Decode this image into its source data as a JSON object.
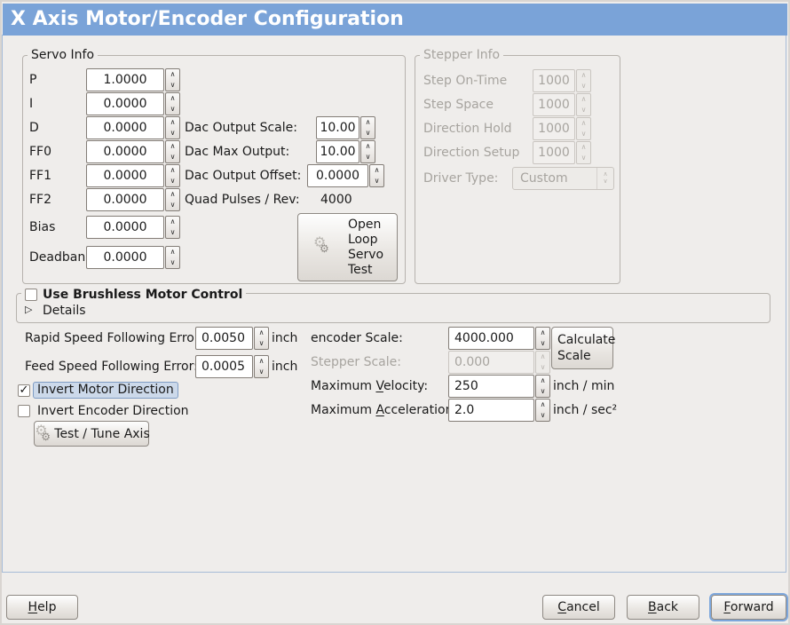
{
  "title": "X Axis Motor/Encoder Configuration",
  "colors": {
    "titlebar": "#7aa3d8",
    "focus_ring": "#7da7dc",
    "focus_label_bg": "#ccd9ea",
    "window_bg": "#efedeb",
    "disabled_text": "#a7a49f"
  },
  "icons": {
    "check": "✓",
    "expander": "▷",
    "spin_up": "∧",
    "spin_down": "∨",
    "gear": "⚙"
  },
  "servo": {
    "frame_label": "Servo Info",
    "rows": [
      {
        "label": "P",
        "value": "1.0000"
      },
      {
        "label": "I",
        "value": "0.0000"
      },
      {
        "label": "D",
        "value": "0.0000"
      },
      {
        "label": "FF0",
        "value": "0.0000"
      },
      {
        "label": "FF1",
        "value": "0.0000"
      },
      {
        "label": "FF2",
        "value": "0.0000"
      },
      {
        "label": "Bias",
        "value": "0.0000"
      },
      {
        "label": "Deadband",
        "value": "0.0000"
      }
    ]
  },
  "dac": {
    "rows": [
      {
        "label": "Dac Output Scale:",
        "value": "10.00"
      },
      {
        "label": "Dac Max Output:",
        "value": "10.00"
      },
      {
        "label": "Dac Output Offset:",
        "value": "0.0000"
      }
    ],
    "quad_label": "Quad Pulses / Rev:",
    "quad_value": "4000",
    "open_loop_button": "Open\nLoop\nServo\nTest"
  },
  "stepper": {
    "frame_label": "Stepper Info",
    "rows": [
      {
        "label": "Step On-Time",
        "value": "1000"
      },
      {
        "label": "Step Space",
        "value": "1000"
      },
      {
        "label": "Direction Hold",
        "value": "1000"
      },
      {
        "label": "Direction Setup",
        "value": "1000"
      }
    ],
    "driver_label": "Driver Type:",
    "driver_value": "Custom"
  },
  "brushless": {
    "checkbox_label": "Use Brushless Motor Control",
    "details_label": "Details"
  },
  "errors": {
    "rapid_label": "Rapid Speed Following Error:",
    "rapid_value": "0.0050",
    "rapid_unit": "inch",
    "feed_label": "Feed Speed Following Error:",
    "feed_value": "0.0005",
    "feed_unit": "inch"
  },
  "direction": {
    "invert_motor_label": "Invert Motor Direction",
    "invert_encoder_label": "Invert Encoder Direction",
    "test_tune_button": "Test / Tune Axis"
  },
  "scale": {
    "encoder_label": "encoder Scale:",
    "encoder_value": "4000.000",
    "stepper_label": "Stepper Scale:",
    "stepper_value": "0.000",
    "calculate_button": "Calculate Scale",
    "velocity_label": {
      "pre": "Maximum ",
      "key": "V",
      "post": "elocity:"
    },
    "velocity_value": "250",
    "velocity_unit": "inch / min",
    "accel_label": {
      "pre": "Maximum ",
      "key": "A",
      "post": "cceleration:"
    },
    "accel_value": "2.0",
    "accel_unit": "inch / sec²"
  },
  "actions": {
    "help": {
      "key": "H",
      "post": "elp"
    },
    "cancel": {
      "key": "C",
      "post": "ancel"
    },
    "back": {
      "key": "B",
      "post": "ack"
    },
    "forward": {
      "key": "F",
      "post": "orward"
    }
  }
}
